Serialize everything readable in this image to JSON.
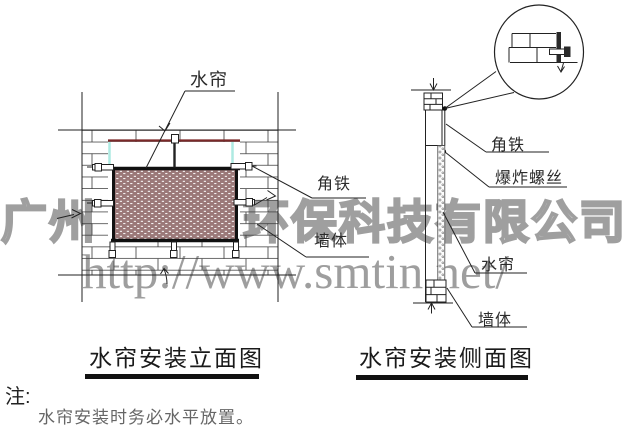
{
  "watermark": {
    "company_visible_left": "广州",
    "company_visible_right": "环保科技有限公司",
    "url": "http://www.smtin.net/"
  },
  "front_view": {
    "caption": "水帘安装立面图",
    "label_water_curtain": "水帘",
    "label_angle_iron": "角铁",
    "label_wall": "墙体"
  },
  "side_view": {
    "caption": "水帘安装侧面图",
    "label_angle_iron": "角铁",
    "label_explosive_bolt": "爆炸螺丝",
    "label_water_curtain": "水帘",
    "label_wall": "墙体"
  },
  "note": {
    "prefix": "注:",
    "text": "水帘安装时务必水平放置。"
  },
  "colors": {
    "line": "#222222",
    "red_accent": "#7a2828",
    "cyan_accent": "#aeeae2",
    "curtain_fill": "#9b7979",
    "watermark_outline": "#9a9a9a",
    "watermark_url": "#878787"
  }
}
